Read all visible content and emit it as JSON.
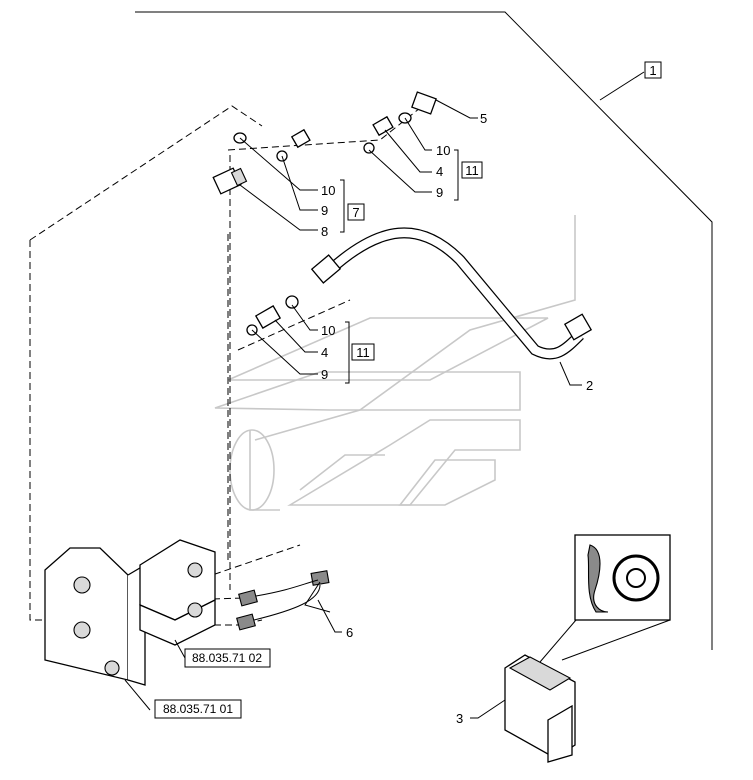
{
  "callouts": {
    "c1": "1",
    "c2": "2",
    "c3": "3",
    "c4a": "4",
    "c4b": "4",
    "c5": "5",
    "c6": "6",
    "c7": "7",
    "c8": "8",
    "c9a": "9",
    "c9b": "9",
    "c9c": "9",
    "c10a": "10",
    "c10b": "10",
    "c10c": "10",
    "c11a": "11",
    "c11b": "11"
  },
  "references": {
    "ref_upper": "88.035.71 02",
    "ref_lower": "88.035.71 01"
  },
  "icons": {
    "switch_symbol": "hydraulic-control-icon"
  }
}
